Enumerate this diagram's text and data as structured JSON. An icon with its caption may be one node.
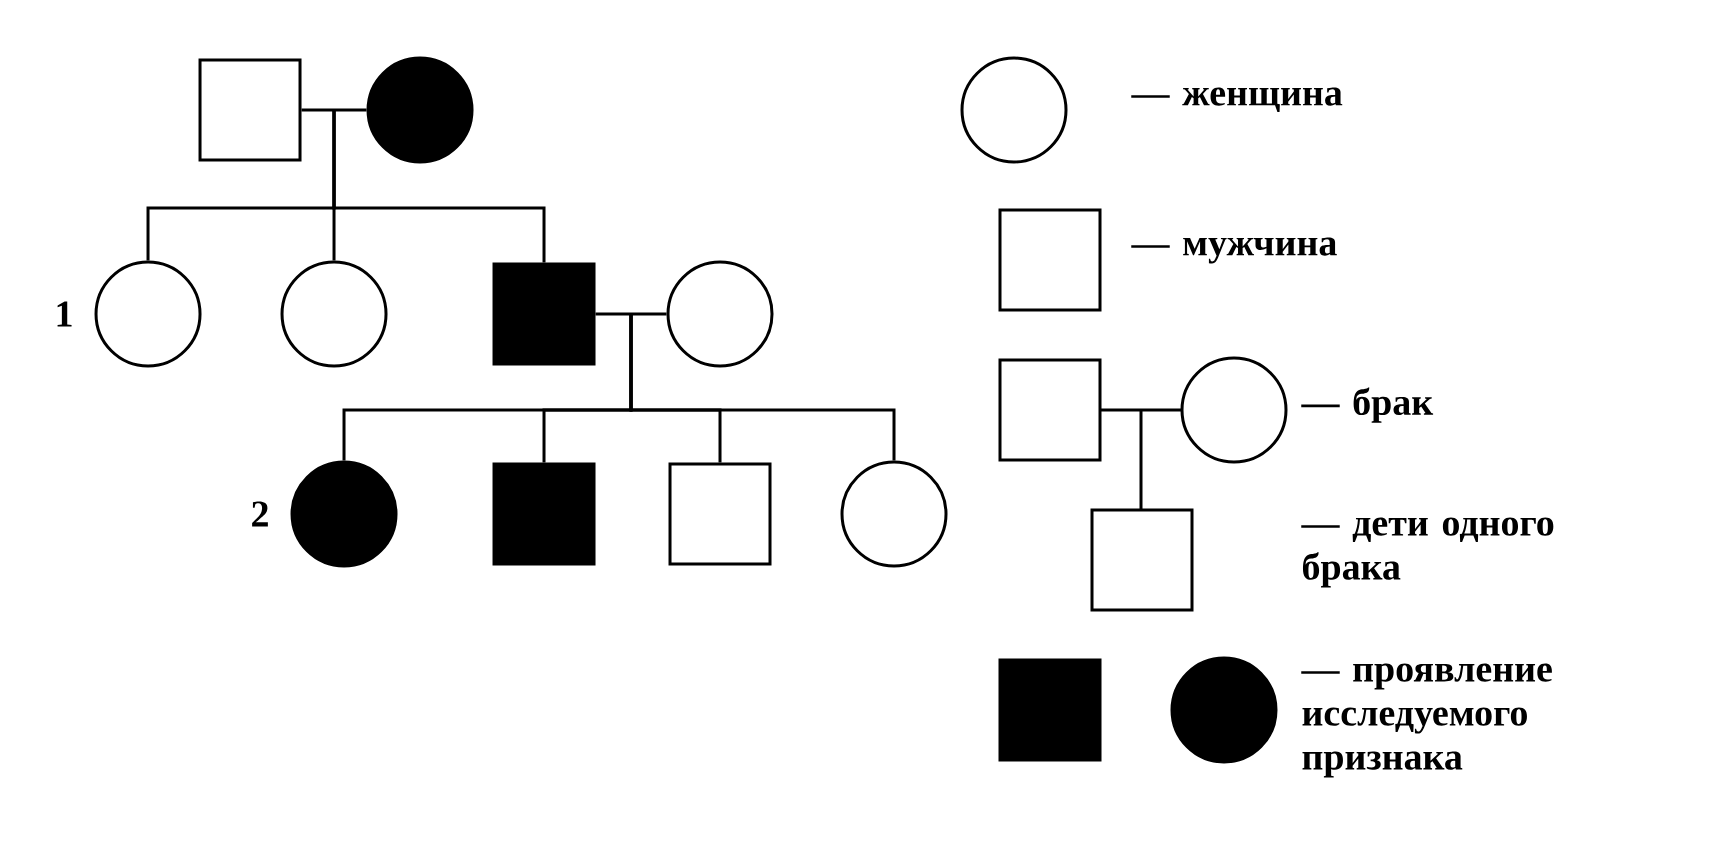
{
  "diagram": {
    "nodes": [
      {
        "text": [],
        "shape": "box"
      },
      {
        "text": [],
        "shape": "disc"
      },
      {
        "text": [],
        "shape": "circle"
      },
      {
        "text": [],
        "shape": "circle"
      },
      {
        "text": [],
        "shape": "block"
      },
      {
        "text": [],
        "shape": "circle"
      },
      {
        "text": [],
        "shape": "disc"
      },
      {
        "text": [],
        "shape": "block"
      },
      {
        "text": [],
        "shape": "box"
      },
      {
        "text": [],
        "shape": "circle"
      }
    ],
    "edges": [
      {
        "from": 0,
        "to": 1,
        "arrow": "none"
      },
      {
        "from": 0,
        "to": 2,
        "arrow": "none"
      },
      {
        "from": 1,
        "to": 2,
        "arrow": "none"
      },
      {
        "from": 0,
        "to": 3,
        "arrow": "none"
      },
      {
        "from": 1,
        "to": 3,
        "arrow": "none"
      },
      {
        "from": 0,
        "to": 4,
        "arrow": "none"
      },
      {
        "from": 1,
        "to": 4,
        "arrow": "none"
      },
      {
        "from": 4,
        "to": 5,
        "arrow": "none"
      },
      {
        "from": 4,
        "to": 6,
        "arrow": "none"
      },
      {
        "from": 5,
        "to": 6,
        "arrow": "none"
      },
      {
        "from": 4,
        "to": 7,
        "arrow": "none"
      },
      {
        "from": 5,
        "to": 7,
        "arrow": "none"
      },
      {
        "from": 4,
        "to": 8,
        "arrow": "none"
      },
      {
        "from": 5,
        "to": 8,
        "arrow": "none"
      },
      {
        "from": 4,
        "to": 9,
        "arrow": "none"
      },
      {
        "from": 5,
        "to": 9,
        "arrow": "none"
      }
    ],
    "labels": [
      "1",
      "2"
    ],
    "legend": [
      {
        "text": "— женщина"
      },
      {
        "text": "— мужчина"
      },
      {
        "text": "— брак"
      },
      {
        "text": "— дети одного брака"
      },
      {
        "text": "— проявление исследуемого признака"
      }
    ]
  }
}
